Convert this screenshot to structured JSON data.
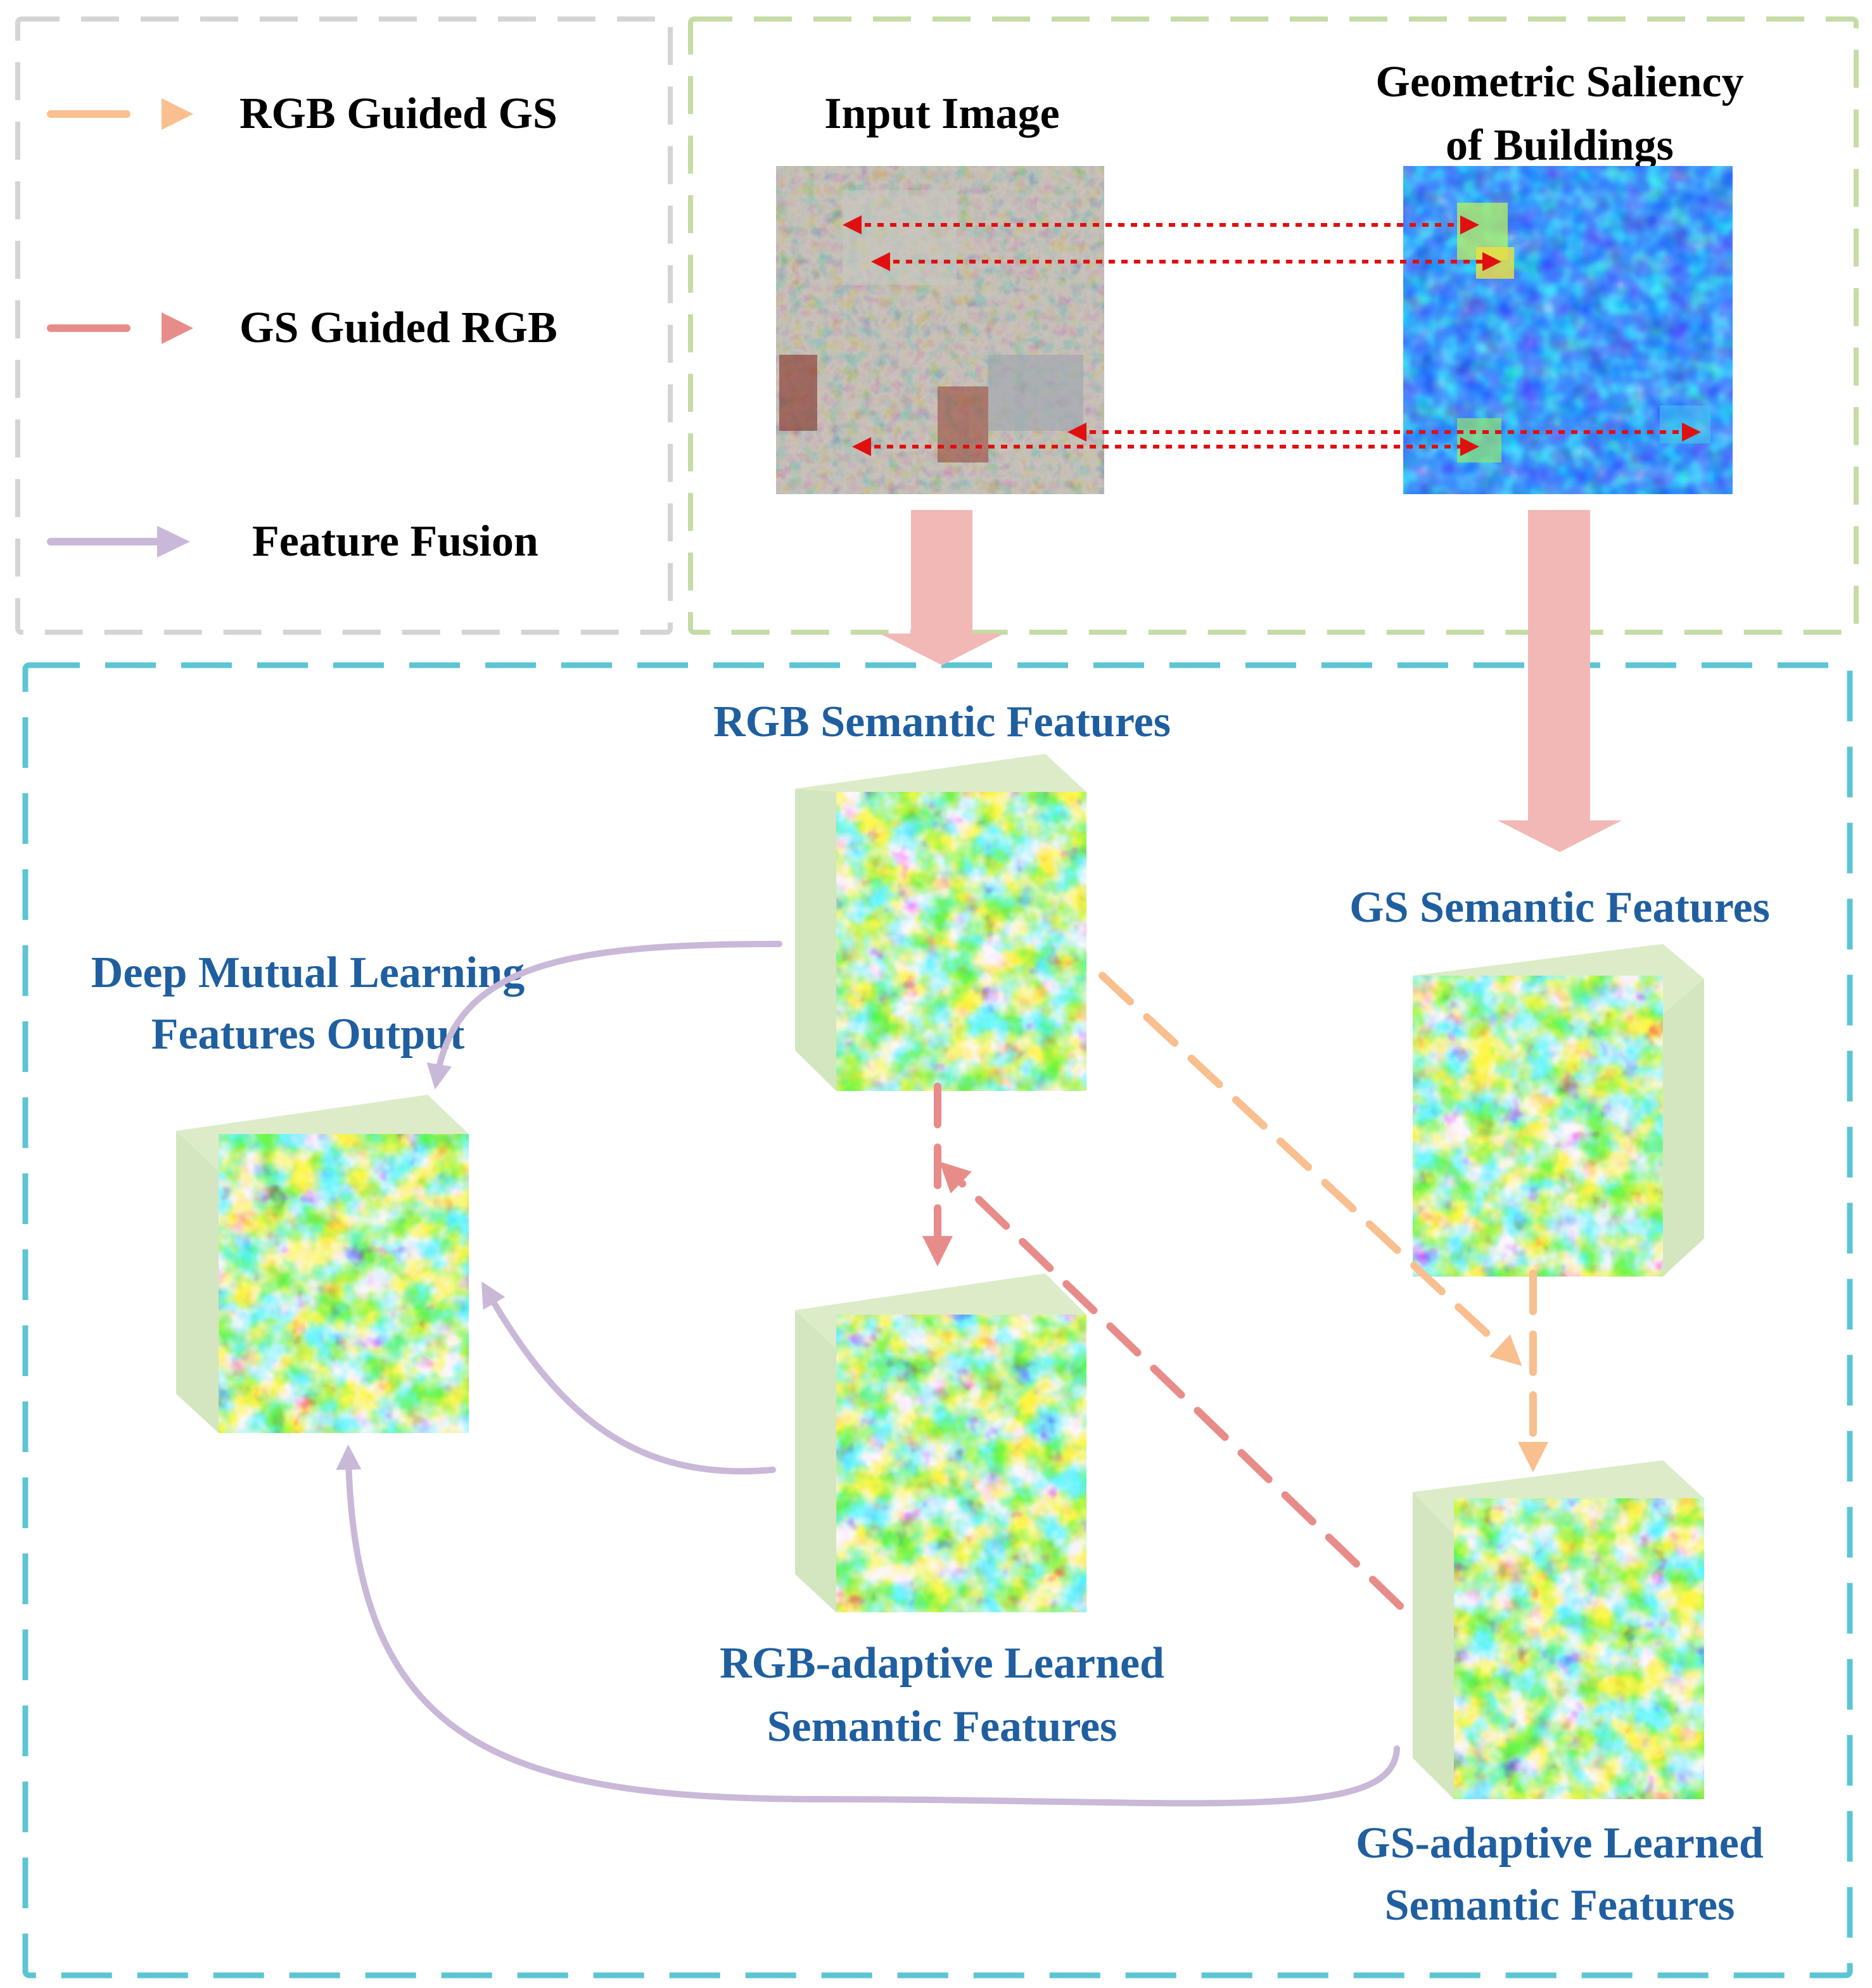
{
  "legend": {
    "rgb_guided_gs": "RGB Guided GS",
    "gs_guided_rgb": "GS Guided RGB",
    "feature_fusion": "Feature Fusion"
  },
  "inputs": {
    "input_image_title": "Input Image",
    "saliency_title_line1": "Geometric Saliency",
    "saliency_title_line2": "of Buildings"
  },
  "features": {
    "rgb_semantic": "RGB Semantic Features",
    "gs_semantic": "GS Semantic Features",
    "output_line1": "Deep Mutual Learning",
    "output_line2": "Features Output",
    "rgb_adaptive_line1": "RGB-adaptive Learned",
    "rgb_adaptive_line2": "Semantic Features",
    "gs_adaptive_line1": "GS-adaptive Learned",
    "gs_adaptive_line2": "Semantic Features"
  },
  "colors": {
    "rgb_guided_gs": "#f9bf8f",
    "gs_guided_rgb": "#e88c8a",
    "feature_fusion": "#c9b8d8",
    "big_arrow": "#f2b8b5",
    "label_blue": "#1f5fa0",
    "label_black": "#000000",
    "box_gray": "#d4d4d4",
    "box_green": "#c5dca5",
    "box_cyan": "#5cc5d3",
    "cube_side": "#d3e6c0",
    "correspondence_red": "#e01010"
  }
}
